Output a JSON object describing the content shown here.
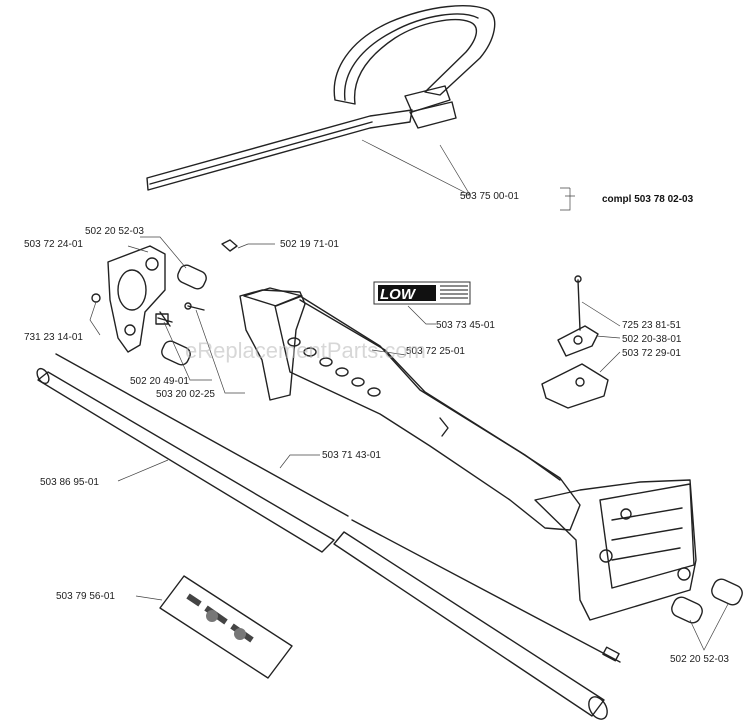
{
  "watermark": "eReplacementParts.com",
  "logo_text": "LOW",
  "labels": {
    "handle": "503 75 00-01",
    "handle_compl": "compl 503 78 02-03",
    "cap_top": "502 20 52-03",
    "bracket": "503 72 24-01",
    "nut_small": "502 19 71-01",
    "decal_low": "503 73 45-01",
    "pin": "725 23 81-51",
    "clamp_nut": "502 20-38-01",
    "clamp_plate": "503 72 29-01",
    "nut_left": "731 23 14-01",
    "housing": "503 72 25-01",
    "screw_a": "502 20 49-01",
    "screw_b": "503 20 02-25",
    "shaft_tube": "503 86 95-01",
    "drive_shaft": "503 71 43-01",
    "decal_warning": "503 79 56-01",
    "cap_bottom": "502 20 52-03"
  }
}
